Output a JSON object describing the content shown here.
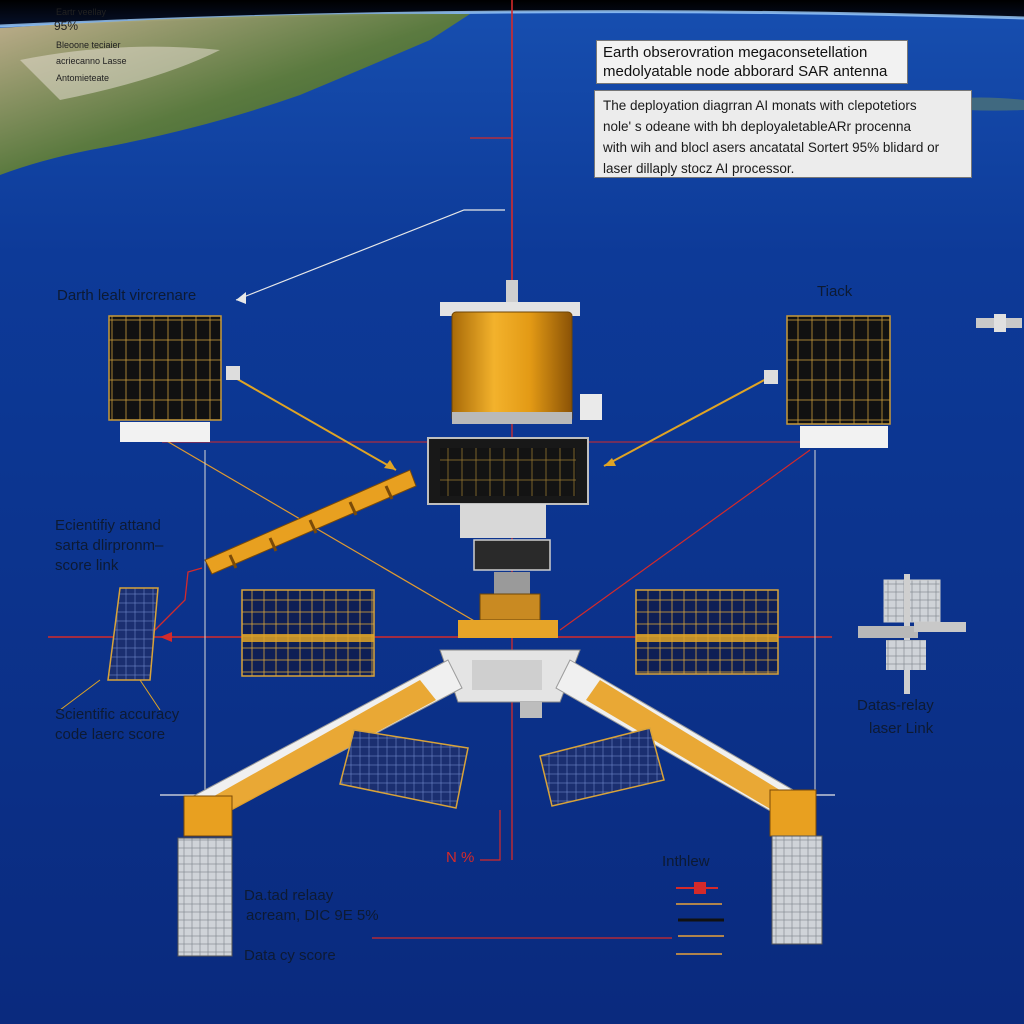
{
  "title": {
    "line1": "Earth obserovration megaconsetellation",
    "line2": "medolyatable node abborard SAR antenna"
  },
  "description": {
    "line1": "The deployation diagrran AI monats with clepotetiors",
    "line2": "nole' s odeane with bh deployaletableARr procenna",
    "line3": "with wih and blocl asers ancatatal Sortert 95% blidard or",
    "line4": "laser dillaply stocz AI processor."
  },
  "labels": {
    "top_left": "Darth lealt vircrenare",
    "top_right": "Tiack",
    "mid_left_1": "Ecientifiy attand",
    "mid_left_2": "sarta dlirpronm–",
    "mid_left_3": "score  link",
    "low_left_1": "Scientific accuracy",
    "low_left_2": "code laerc score",
    "right_1": "Datas-relay",
    "right_2": "laser Link",
    "bottom_left_1": "Da.tad relaay",
    "bottom_left_2": "acream, DIC 9E 5%",
    "bottom_left_3": "Data cy score",
    "center_pct": "N %",
    "legend_heading": "Inthlew"
  },
  "legend": {
    "items": [
      {
        "text": "Eartr veellay",
        "color": "#d42a2a"
      },
      {
        "text": "95%",
        "color": "#e8a13a"
      },
      {
        "text": "Bleoone teciaier",
        "color": "#111111"
      },
      {
        "text": "acriecanno Lasse",
        "color": "#e8a13a"
      },
      {
        "text": "Antomieteate",
        "color": "#e8a13a"
      }
    ]
  },
  "colors": {
    "ocean": "#0a2f86",
    "gold": "#e0a424",
    "leader_red": "#d42a2a",
    "leader_orange": "#e09a30",
    "panel_dark": "#101010"
  }
}
